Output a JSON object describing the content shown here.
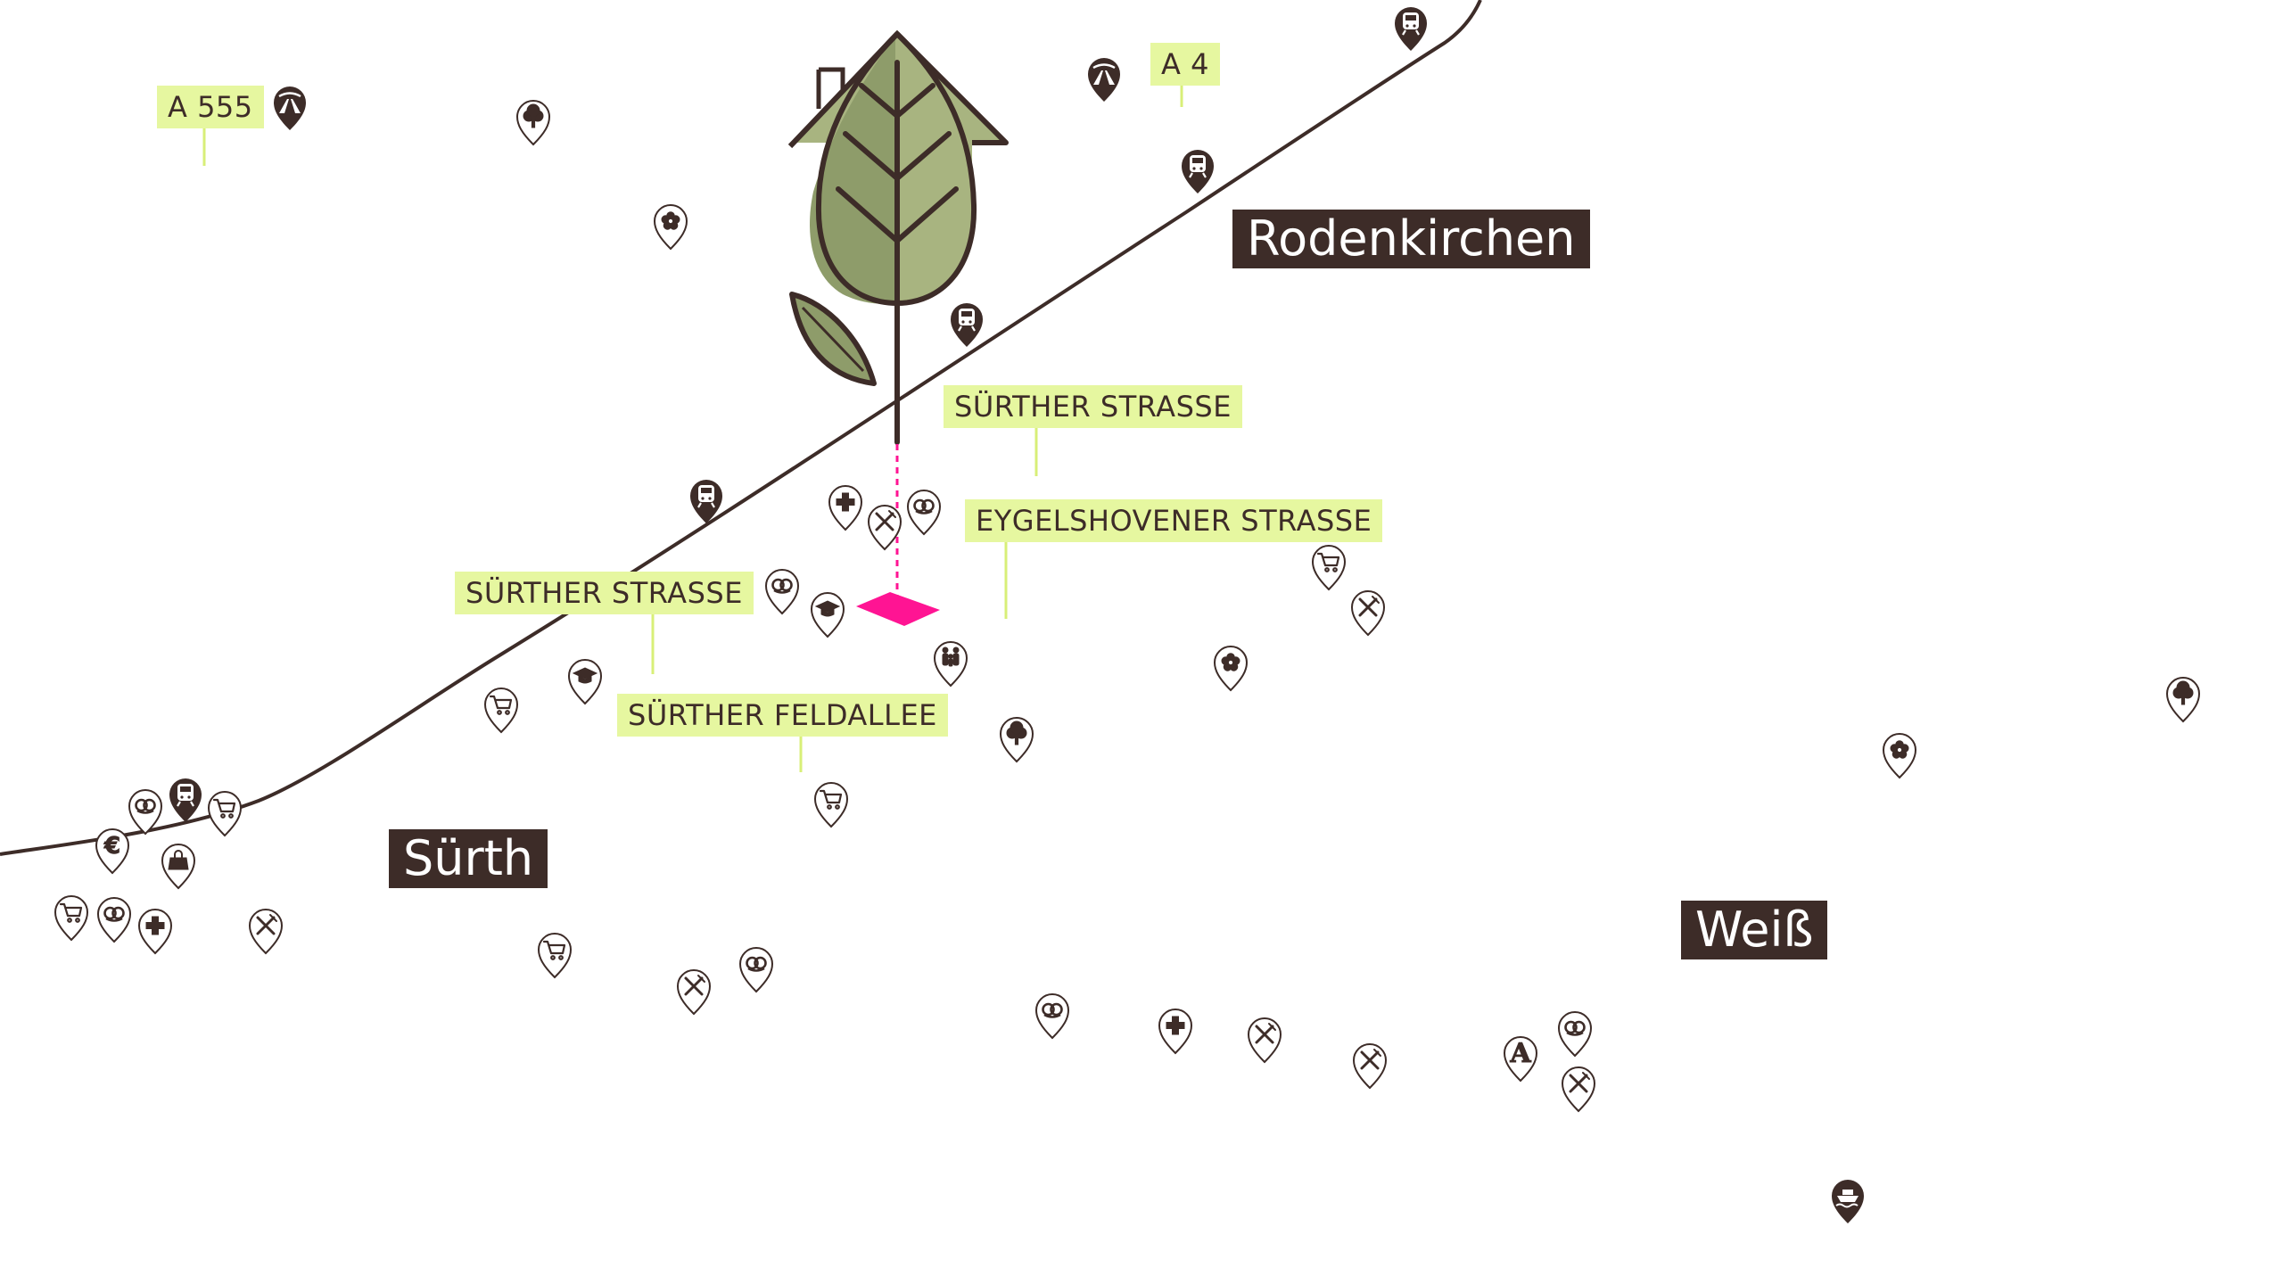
{
  "map": {
    "colors": {
      "road": "#3d2c28",
      "street_label_bg": "#e6f7a0",
      "street_label_leader": "#d8ef78",
      "place_label_bg": "#3d2c28",
      "place_label_text": "#ffffff",
      "marker_dark": "#3d2c28",
      "marker_light_fill": "#ffffff",
      "leaf_dark": "#8e9c6a",
      "leaf_light": "#a8b480",
      "location": "#ff1493"
    },
    "places": [
      {
        "id": "rodenkirchen",
        "label": "Rodenkirchen"
      },
      {
        "id": "suerth",
        "label": "Sürth"
      },
      {
        "id": "weiss",
        "label": "Weiß"
      }
    ],
    "streets": [
      {
        "id": "a555",
        "label": "A 555"
      },
      {
        "id": "a4",
        "label": "A 4"
      },
      {
        "id": "suerther-strasse-north",
        "label": "SÜRTHER STRASSE"
      },
      {
        "id": "eygelshovener-strasse",
        "label": "EYGELSHOVENER STRASSE"
      },
      {
        "id": "suerther-strasse-south",
        "label": "SÜRTHER STRASSE"
      },
      {
        "id": "suerther-feldallee",
        "label": "SÜRTHER FELDALLEE"
      }
    ],
    "brand_marker": {
      "icon": "leaf-house-icon",
      "location_icon": "location-diamond-icon"
    }
  }
}
